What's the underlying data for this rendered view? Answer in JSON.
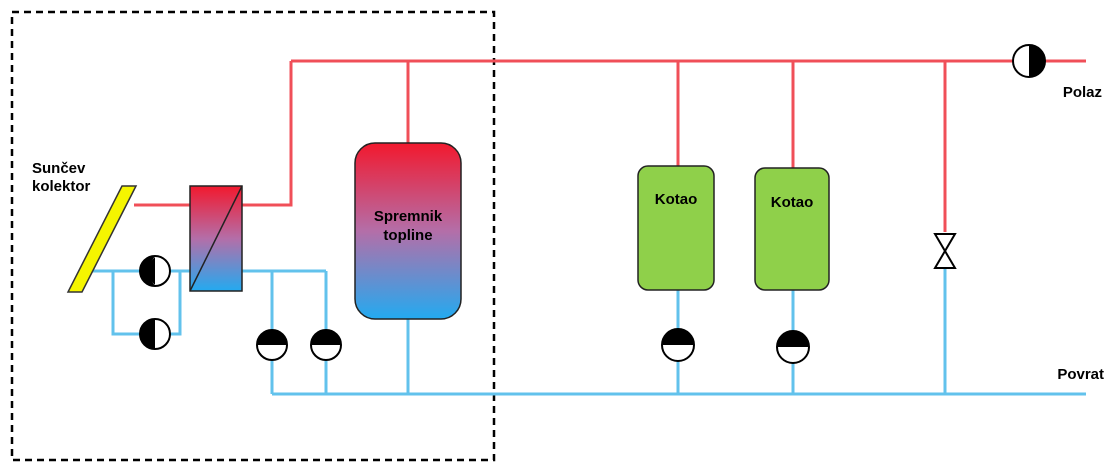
{
  "labels": {
    "collector": [
      "Sunčev",
      "kolektor"
    ],
    "tank": [
      "Spremnik",
      "topline"
    ],
    "boiler1": "Kotao",
    "boiler2": "Kotao",
    "supply": "Polaz",
    "return": "Povrat"
  },
  "colors": {
    "hot_pipe": "#f04f58",
    "cold_pipe": "#62c2ec",
    "collector": "#f5f500",
    "boiler": "#8fd04a",
    "boundary": "#000000"
  },
  "components": {
    "solar_collector": "solar-collector",
    "heat_exchanger": "heat-exchanger",
    "storage_tank": "storage-tank",
    "boilers": [
      "boiler",
      "boiler"
    ],
    "pumps": [
      "pump",
      "pump",
      "pump",
      "pump",
      "pump",
      "pump",
      "pump"
    ],
    "valve": "valve"
  }
}
